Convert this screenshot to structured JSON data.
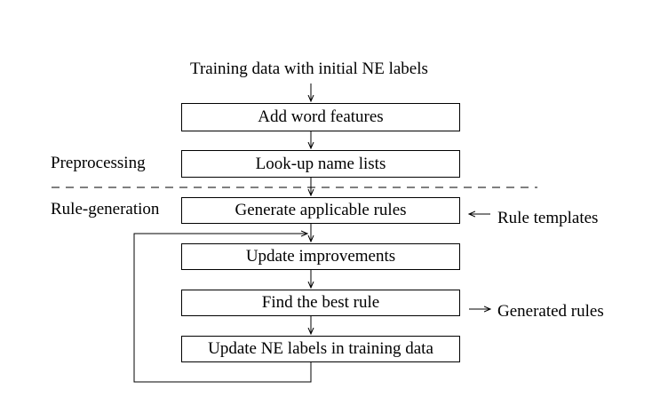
{
  "diagram": {
    "input_label": "Training data with initial NE labels",
    "steps": [
      "Add word features",
      "Look-up name lists",
      "Generate applicable rules",
      "Update improvements",
      "Find the best rule",
      "Update NE labels in training data"
    ],
    "phases": {
      "preprocessing": "Preprocessing",
      "rule_generation": "Rule-generation"
    },
    "side_labels": {
      "rule_templates": "Rule templates",
      "generated_rules": "Generated rules"
    }
  }
}
